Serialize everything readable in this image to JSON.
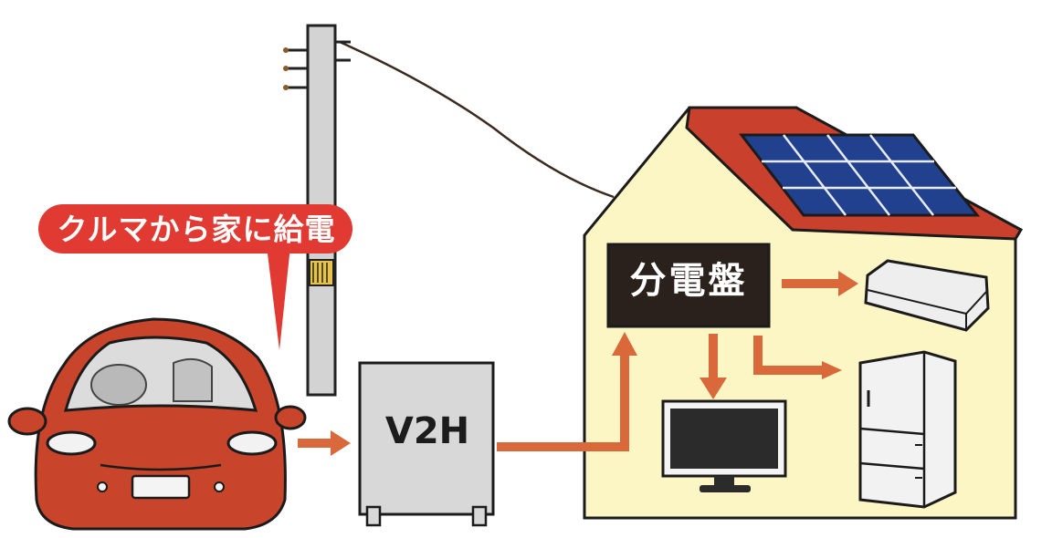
{
  "callout": {
    "text": "クルマから家に給電"
  },
  "v2h": {
    "label": "V2H"
  },
  "distribution_board": {
    "label": "分電盤"
  },
  "colors": {
    "car": "#c8442a",
    "arrow": "#d9683a",
    "callout": "#e13a33",
    "house_wall": "#fcf6c4",
    "roof": "#c9402d",
    "solar_panel": "#21418f",
    "equipment_gray": "#d8d8d8"
  },
  "icons": [
    "car-icon",
    "utility-pole-icon",
    "v2h-charger-icon",
    "house-icon",
    "solar-panel-icon",
    "air-conditioner-icon",
    "television-icon",
    "refrigerator-icon"
  ]
}
